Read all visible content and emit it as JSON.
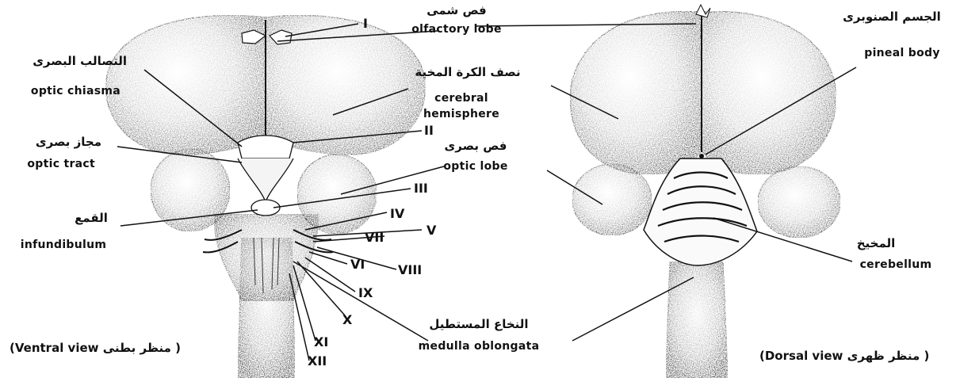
{
  "ventral": {
    "nerves": [
      "I",
      "II",
      "III",
      "IV",
      "V",
      "VI",
      "VII",
      "VIII",
      "IX",
      "X",
      "XI",
      "XII"
    ],
    "olfactory_lobe": {
      "ar": "فص شمى",
      "en": "olfactory lobe"
    },
    "optic_chiasma": {
      "ar": "التصالب البصرى",
      "en": "optic chiasma"
    },
    "cerebral_hemisphere": {
      "ar": "نصف الكرة المخية",
      "en1": "cerebral",
      "en2": "hemisphere"
    },
    "optic_tract": {
      "ar": "مجاز بصرى",
      "en": "optic tract"
    },
    "optic_lobe": {
      "ar": "فص بصرى",
      "en": "optic lobe"
    },
    "infundibulum": {
      "ar": "القمع",
      "en": "infundibulum"
    },
    "medulla": {
      "ar": "النخاع المستطيل",
      "en": "medulla oblongata"
    },
    "caption": {
      "open": "( ",
      "ar": "منظر بطنى",
      "en": "Ventral view",
      "close": ")"
    }
  },
  "dorsal": {
    "pineal": {
      "ar": "الجسم الصنوبرى",
      "en": "pineal body"
    },
    "cerebellum": {
      "ar": "المخيخ",
      "en": "cerebellum"
    },
    "caption": {
      "open": "(",
      "en": "Dorsal view",
      "ar": "منظر ظهرى",
      "close": " )"
    }
  }
}
